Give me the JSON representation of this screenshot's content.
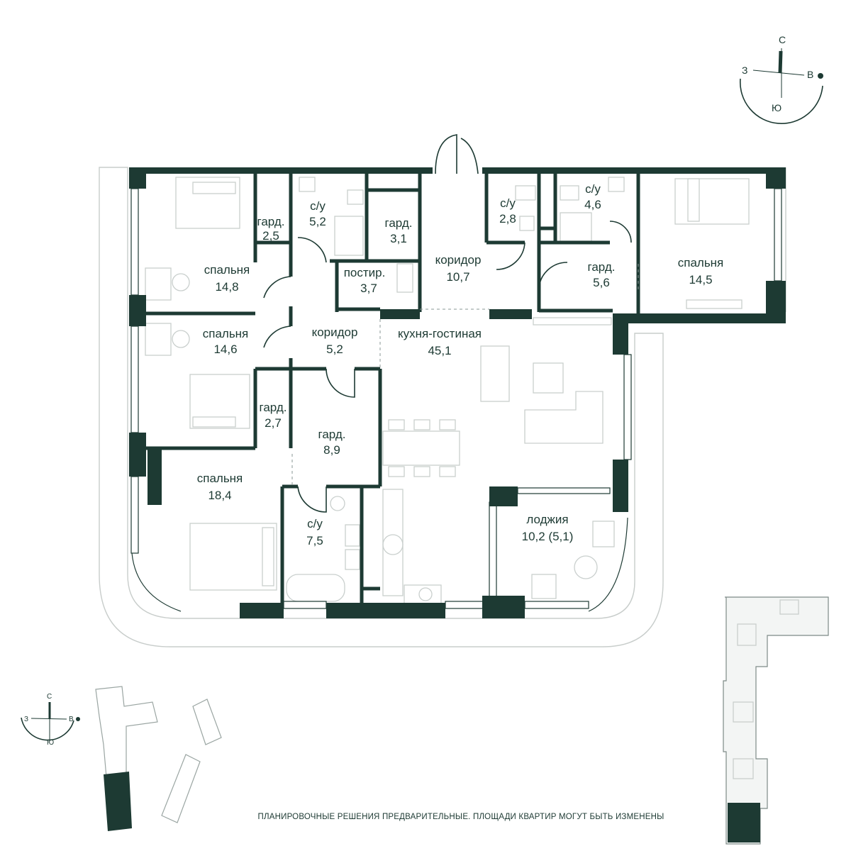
{
  "compass": {
    "north": "С",
    "west": "З",
    "east": "В",
    "south": "Ю"
  },
  "rooms": [
    {
      "id": "bedroom-nw",
      "name": "спальня",
      "area": "14,8"
    },
    {
      "id": "wardrobe-1",
      "name": "гард.",
      "area": "2,5"
    },
    {
      "id": "bathroom-1",
      "name": "с/у",
      "area": "5,2"
    },
    {
      "id": "wardrobe-2",
      "name": "гард.",
      "area": "3,1"
    },
    {
      "id": "laundry",
      "name": "постир.",
      "area": "3,7"
    },
    {
      "id": "corridor-entry",
      "name": "коридор",
      "area": "10,7"
    },
    {
      "id": "bathroom-2",
      "name": "с/у",
      "area": "2,8"
    },
    {
      "id": "bathroom-3",
      "name": "с/у",
      "area": "4,6"
    },
    {
      "id": "wardrobe-3",
      "name": "гард.",
      "area": "5,6"
    },
    {
      "id": "bedroom-ne",
      "name": "спальня",
      "area": "14,5"
    },
    {
      "id": "bedroom-w",
      "name": "спальня",
      "area": "14,6"
    },
    {
      "id": "corridor-inner",
      "name": "коридор",
      "area": "5,2"
    },
    {
      "id": "kitchen-living",
      "name": "кухня-гостиная",
      "area": "45,1"
    },
    {
      "id": "wardrobe-4",
      "name": "гард.",
      "area": "2,7"
    },
    {
      "id": "wardrobe-5",
      "name": "гард.",
      "area": "8,9"
    },
    {
      "id": "bedroom-sw",
      "name": "спальня",
      "area": "18,4"
    },
    {
      "id": "bathroom-4",
      "name": "с/у",
      "area": "7,5"
    },
    {
      "id": "loggia",
      "name": "лоджия",
      "area": "10,2 (5,1)"
    }
  ],
  "disclaimer": "ПЛАНИРОВОЧНЫЕ РЕШЕНИЯ ПРЕДВАРИТЕЛЬНЫЕ. ПЛОЩАДИ КВАРТИР МОГУТ БЫТЬ ИЗМЕНЕНЫ",
  "colors": {
    "wall": "#1d3a33",
    "text": "#1d3a33",
    "furniture": "#c9cfcd"
  }
}
